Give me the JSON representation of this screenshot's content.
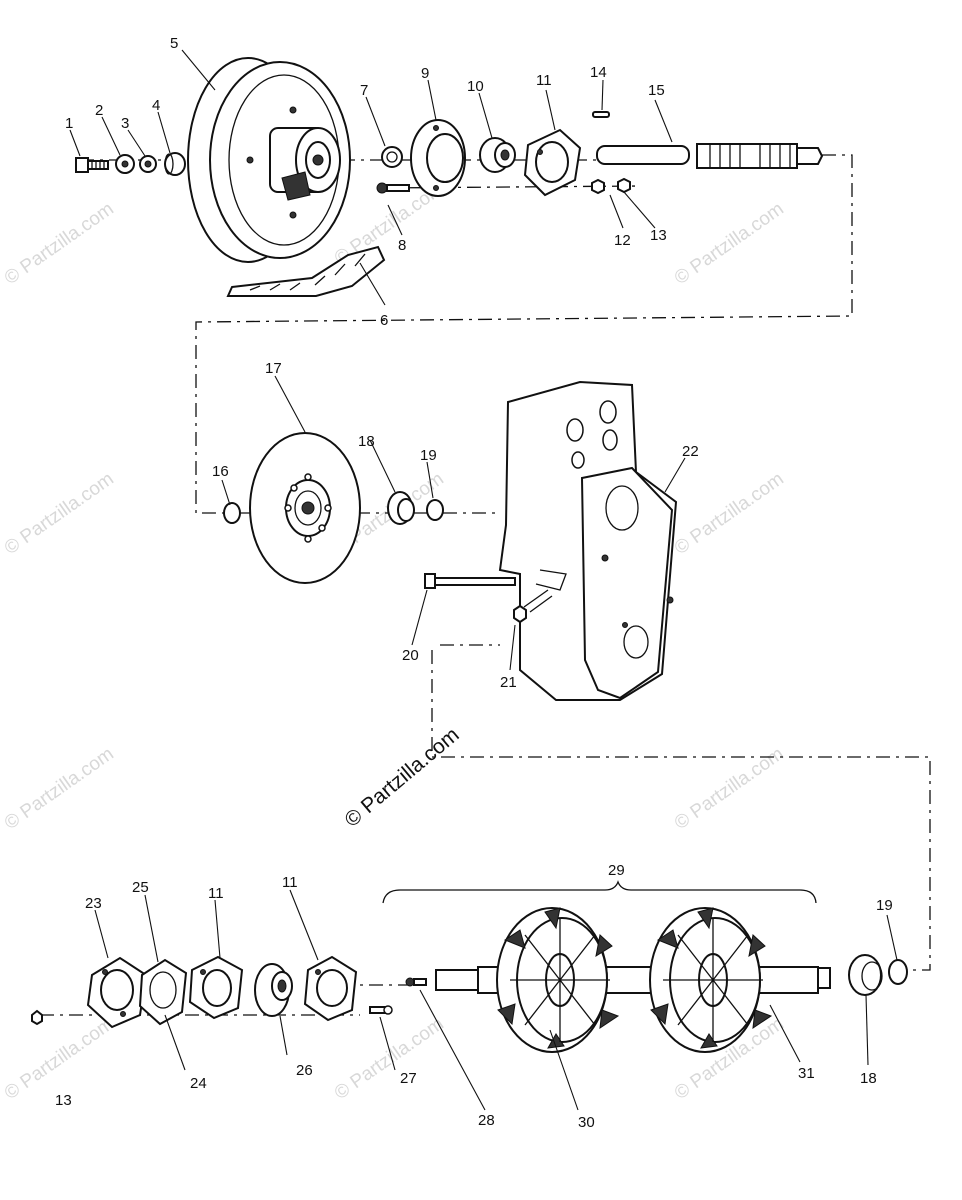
{
  "watermark": {
    "main": "© Partzilla.com",
    "repeat": "© Partzilla.com"
  },
  "labels": {
    "p1": "1",
    "p2": "2",
    "p3": "3",
    "p4": "4",
    "p5": "5",
    "p6": "6",
    "p7": "7",
    "p8": "8",
    "p9": "9",
    "p10": "10",
    "p11a": "11",
    "p12": "12",
    "p13a": "13",
    "p14": "14",
    "p15": "15",
    "p16": "16",
    "p17": "17",
    "p18a": "18",
    "p19a": "19",
    "p20": "20",
    "p21": "21",
    "p22": "22",
    "p23": "23",
    "p24": "24",
    "p25": "25",
    "p11b": "11",
    "p11c": "11",
    "p26": "26",
    "p27": "27",
    "p28": "28",
    "p29": "29",
    "p30": "30",
    "p31": "31",
    "p18b": "18",
    "p19b": "19",
    "p13b": "13"
  }
}
